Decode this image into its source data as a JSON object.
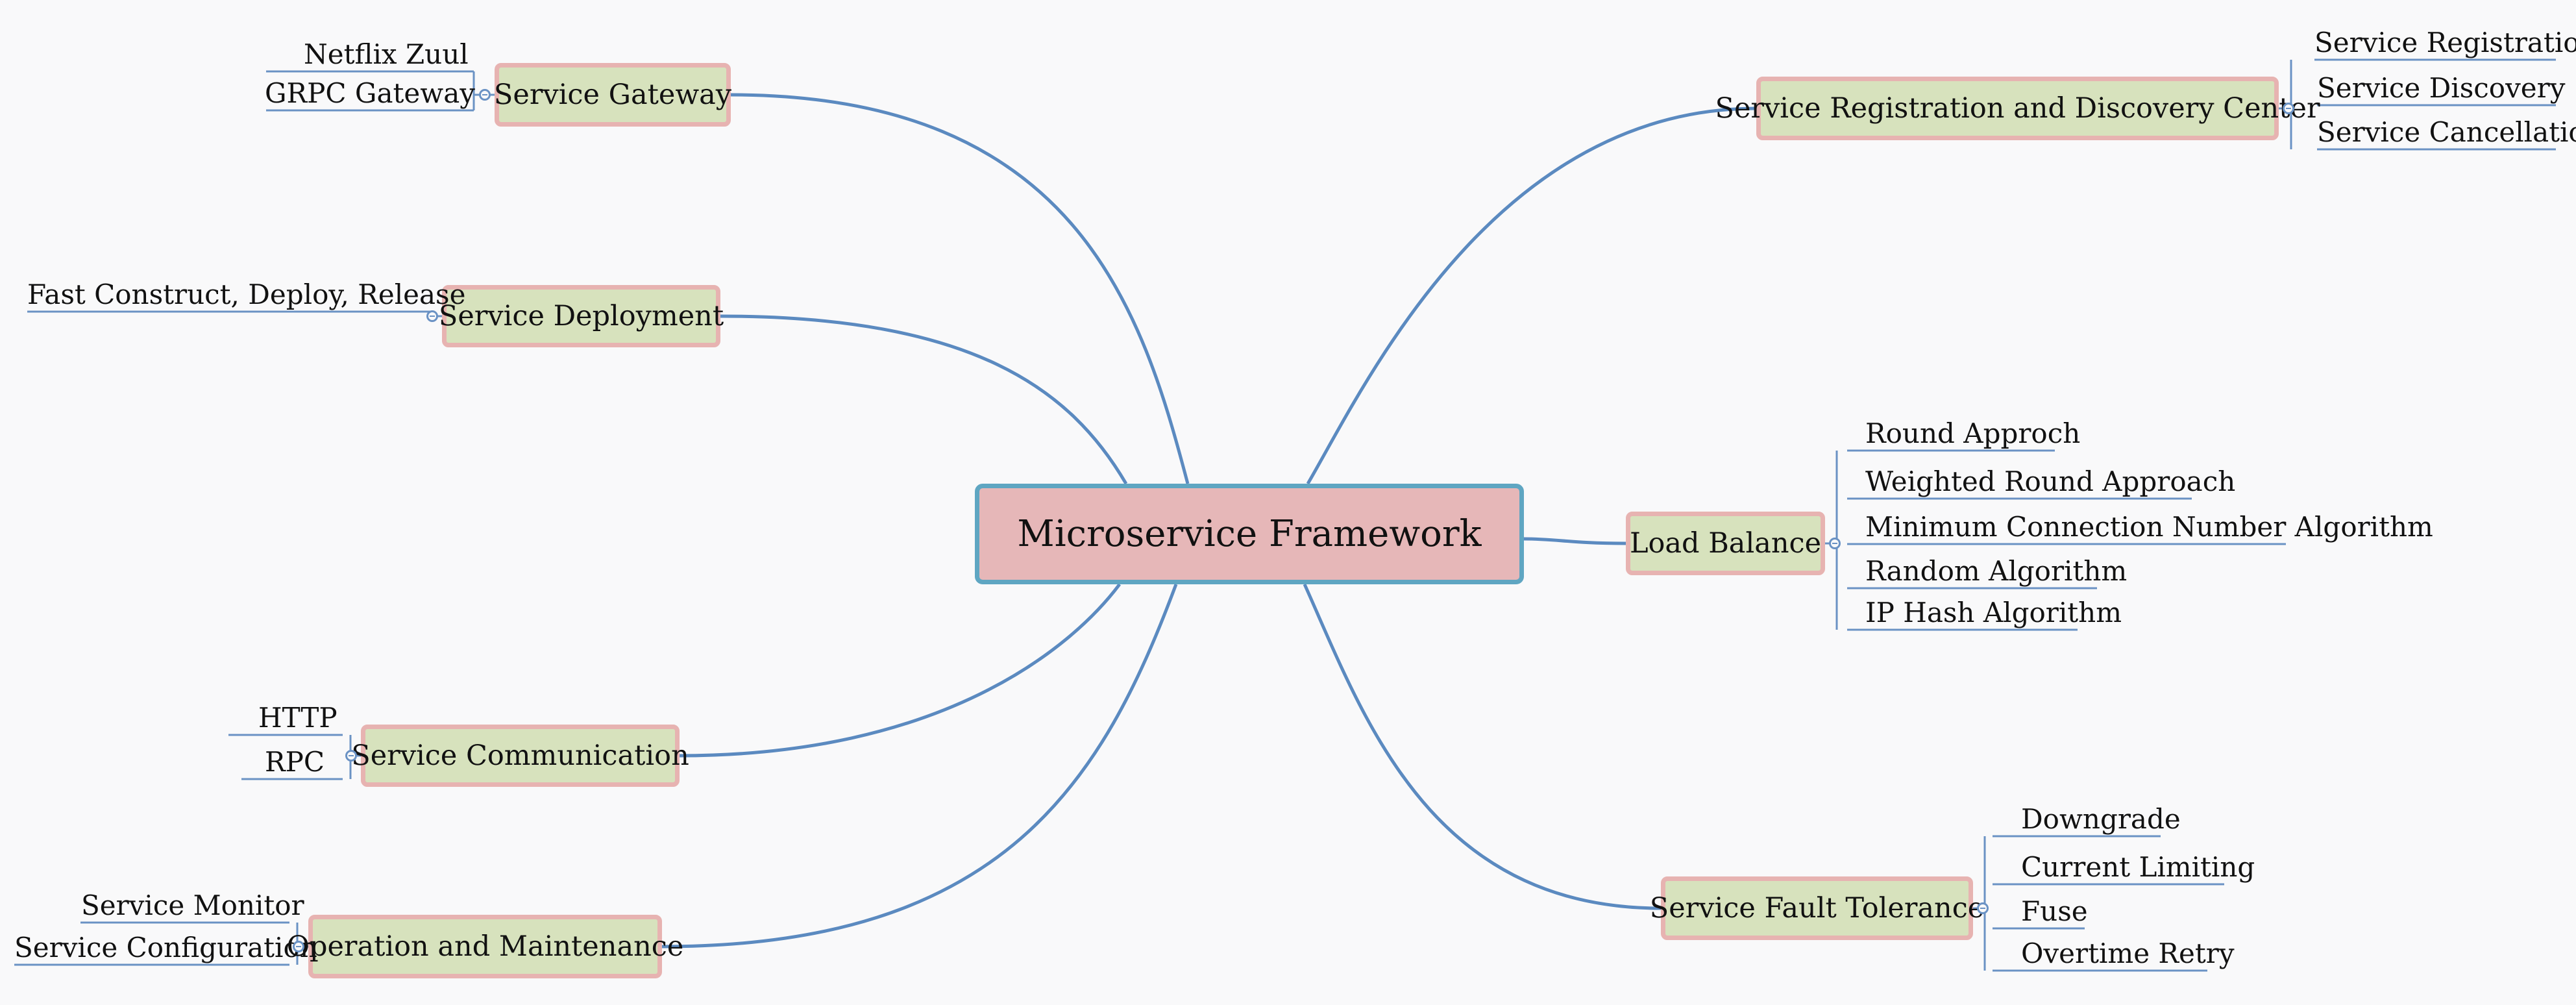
{
  "central": {
    "label": "Microservice Framework"
  },
  "topics": [
    {
      "id": "gateway",
      "label": "Service Gateway",
      "children": [
        "Netflix Zuul",
        "GRPC Gateway"
      ]
    },
    {
      "id": "deployment",
      "label": "Service Deployment",
      "children": [
        "Fast Construct, Deploy, Release"
      ]
    },
    {
      "id": "communication",
      "label": "Service Communication",
      "children": [
        "HTTP",
        "RPC"
      ]
    },
    {
      "id": "operation",
      "label": "Operation and Maintenance",
      "children": [
        "Service Monitor",
        "Service Configuration"
      ]
    },
    {
      "id": "registration",
      "label": "Service Registration and Discovery Center",
      "children": [
        "Service Registration",
        "Service Discovery",
        "Service Cancellation"
      ]
    },
    {
      "id": "load-balance",
      "label": "Load Balance",
      "children": [
        "Round Approch",
        "Weighted Round Approach",
        "Minimum Connection Number Algorithm",
        "Random Algorithm",
        "IP Hash Algorithm"
      ]
    },
    {
      "id": "fault-tolerance",
      "label": "Service Fault Tolerance",
      "children": [
        "Downgrade",
        "Current Limiting",
        "Fuse",
        "Overtime Retry"
      ]
    }
  ],
  "colors": {
    "connector": "#5b8ac0",
    "leaf_line": "#6a92c4",
    "central_fill": "#e6b7b8",
    "central_border": "#5fa6c2",
    "topic_fill": "#d7e2bd",
    "topic_border": "#e7b3b1"
  }
}
